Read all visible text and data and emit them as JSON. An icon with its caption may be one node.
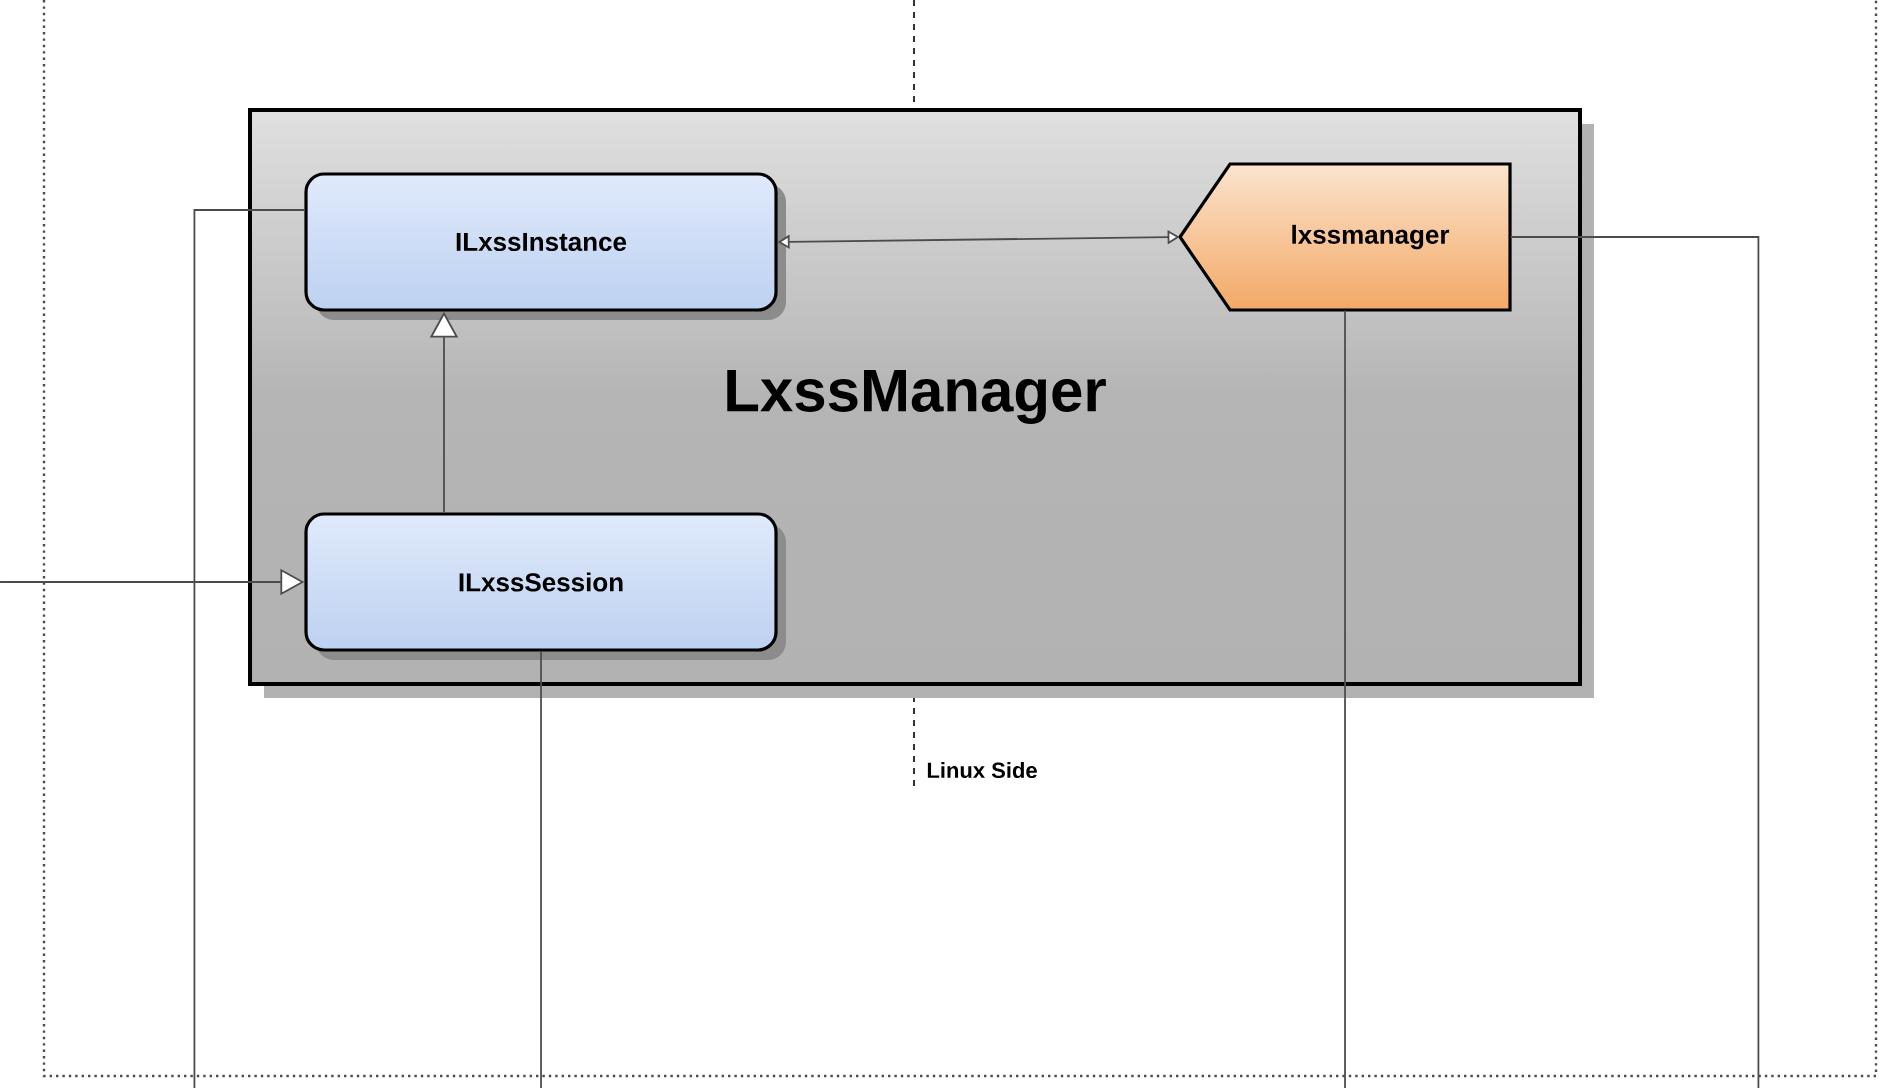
{
  "diagram": {
    "nodes": [
      {
        "text": [
          "LxssManager"
        ]
      },
      {
        "text": [
          "ILxssInstance"
        ],
        "in": 0
      },
      {
        "text": [
          "ILxssSession"
        ],
        "in": 0
      },
      {
        "text": [
          "lxssmanager"
        ],
        "in": 0
      }
    ],
    "edges": [
      {
        "from": 2,
        "to": 1,
        "arrow": "to"
      },
      {
        "from": 1,
        "to": 3,
        "arrow": "both"
      },
      {
        "from": null,
        "to": 2,
        "arrow": "to"
      },
      {
        "from": 1,
        "to": null,
        "arrow": "none"
      },
      {
        "from": 2,
        "to": null,
        "arrow": "none"
      },
      {
        "from": 3,
        "to": null,
        "arrow": "none"
      },
      {
        "from": 3,
        "to": null,
        "arrow": "none"
      }
    ],
    "labels": [
      "Linux Side"
    ]
  }
}
